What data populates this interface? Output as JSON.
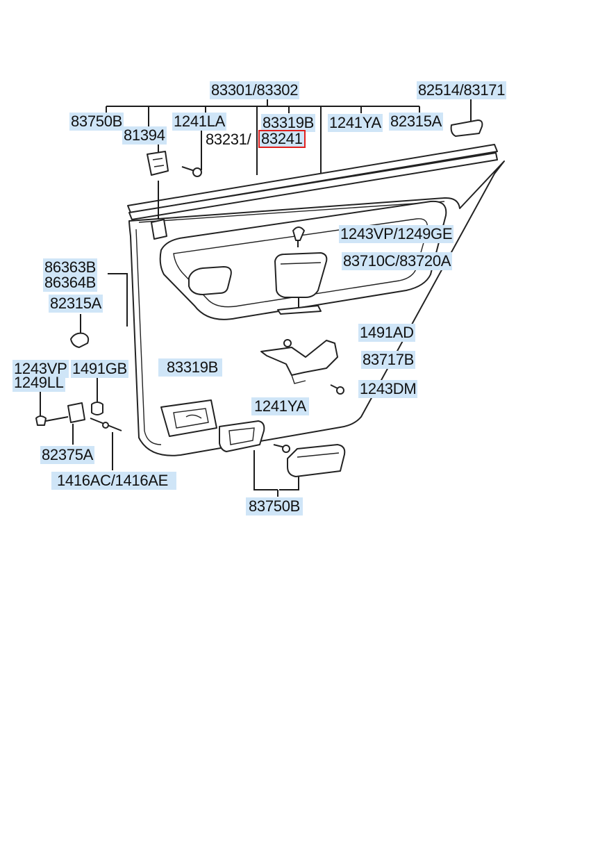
{
  "labels": {
    "l83301": "83301/83302",
    "l82514": "82514/83171",
    "l83750b_top": "83750B",
    "l1241la": "1241LA",
    "l83319b_top": "83319B",
    "l1241ya_top": "1241YA",
    "l82315a_top": "82315A",
    "l81394": "81394",
    "l83231": "83231/",
    "l83241": "83241",
    "l1243vp_1249ge": "1243VP/1249GE",
    "l83710c": "83710C/83720A",
    "l86363b": "86363B",
    "l86364b": "86364B",
    "l82315a_left": "82315A",
    "l1491ad": "1491AD",
    "l83717b": "83717B",
    "l1243vp_left": "1243VP",
    "l1249ll": "1249LL",
    "l1491gb": "1491GB",
    "l83319b_mid": "83319B",
    "l1243dm": "1243DM",
    "l1241ya_mid": "1241YA",
    "l82375a": "82375A",
    "l1416ac": "1416AC/1416AE",
    "l83750b_bottom": "83750B"
  },
  "colors": {
    "label_background": "#cfe5f7",
    "highlight_border": "#e0201e",
    "line": "#1b1b1b"
  }
}
